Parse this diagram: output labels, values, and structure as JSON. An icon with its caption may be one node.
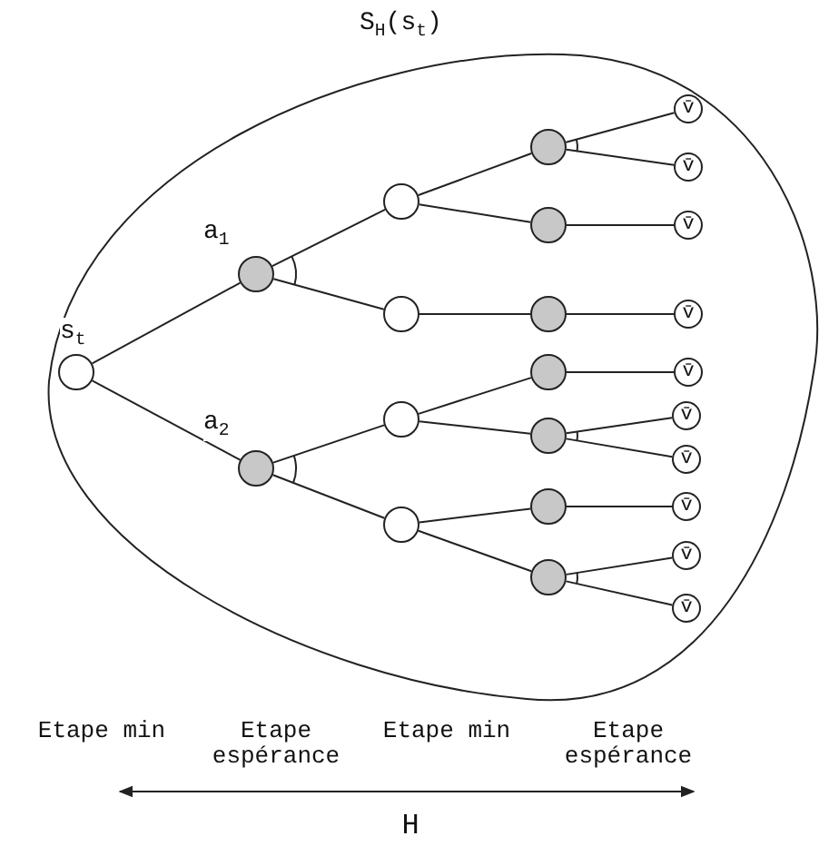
{
  "diagram": {
    "nodes": [
      {
        "text": [
          "S$_{H}$(s$_{t}$)"
        ]
      },
      {
        "text": [],
        "shape": "circle",
        "in": 0,
        "beside": [
          "s$_{t}$"
        ]
      },
      {
        "text": [],
        "shape": "circle",
        "in": 0
      },
      {
        "text": [],
        "shape": "circle",
        "in": 0
      },
      {
        "text": [],
        "shape": "circle",
        "in": 0
      },
      {
        "text": [],
        "shape": "circle",
        "in": 0
      },
      {
        "text": [],
        "shape": "circle",
        "in": 0
      },
      {
        "text": [],
        "shape": "circle",
        "in": 0
      },
      {
        "text": [],
        "shape": "circle",
        "in": 0
      },
      {
        "text": [],
        "shape": "circle",
        "in": 0
      },
      {
        "text": [],
        "shape": "circle",
        "in": 0
      },
      {
        "text": [],
        "shape": "circle",
        "in": 0
      },
      {
        "text": [],
        "shape": "circle",
        "in": 0
      },
      {
        "text": [],
        "shape": "circle",
        "in": 0
      },
      {
        "text": [],
        "shape": "circle",
        "in": 0
      },
      {
        "text": [
          "v̄"
        ],
        "in": 0
      },
      {
        "text": [
          "v̄"
        ],
        "in": 0
      },
      {
        "text": [
          "v̄"
        ],
        "in": 0
      },
      {
        "text": [
          "v̄"
        ],
        "in": 0
      },
      {
        "text": [
          "v̄"
        ],
        "in": 0
      },
      {
        "text": [
          "v̄"
        ],
        "in": 0
      },
      {
        "text": [
          "v̄"
        ],
        "in": 0
      },
      {
        "text": [
          "v̄"
        ],
        "in": 0
      },
      {
        "text": [
          "v̄"
        ],
        "in": 0
      },
      {
        "text": [
          "v̄"
        ],
        "in": 0
      }
    ],
    "edges": [
      {
        "from": 1,
        "to": 2,
        "arrow": "none",
        "label": "a$_{1}$"
      },
      {
        "from": 1,
        "to": 3,
        "arrow": "none",
        "label": "a$_{2}$"
      },
      {
        "from": 2,
        "to": 4,
        "arrow": "none"
      },
      {
        "from": 2,
        "to": 5,
        "arrow": "none"
      },
      {
        "from": 4,
        "to": 8,
        "arrow": "none"
      },
      {
        "from": 4,
        "to": 9,
        "arrow": "none"
      },
      {
        "from": 5,
        "to": 10,
        "arrow": "none"
      },
      {
        "from": 3,
        "to": 6,
        "arrow": "none"
      },
      {
        "from": 3,
        "to": 7,
        "arrow": "none"
      },
      {
        "from": 6,
        "to": 11,
        "arrow": "none"
      },
      {
        "from": 6,
        "to": 12,
        "arrow": "none"
      },
      {
        "from": 7,
        "to": 13,
        "arrow": "none"
      },
      {
        "from": 7,
        "to": 14,
        "arrow": "none"
      },
      {
        "from": 8,
        "to": 15,
        "arrow": "none"
      },
      {
        "from": 8,
        "to": 16,
        "arrow": "none"
      },
      {
        "from": 9,
        "to": 17,
        "arrow": "none"
      },
      {
        "from": 10,
        "to": 18,
        "arrow": "none"
      },
      {
        "from": 11,
        "to": 19,
        "arrow": "none"
      },
      {
        "from": 12,
        "to": 20,
        "arrow": "none"
      },
      {
        "from": 12,
        "to": 21,
        "arrow": "none"
      },
      {
        "from": 13,
        "to": 22,
        "arrow": "none"
      },
      {
        "from": 14,
        "to": 23,
        "arrow": "none"
      },
      {
        "from": 14,
        "to": 24,
        "arrow": "none"
      }
    ],
    "labels": [
      "Etape min",
      "Etape espérance",
      "Etape min",
      "Etape espérance",
      "H"
    ]
  }
}
